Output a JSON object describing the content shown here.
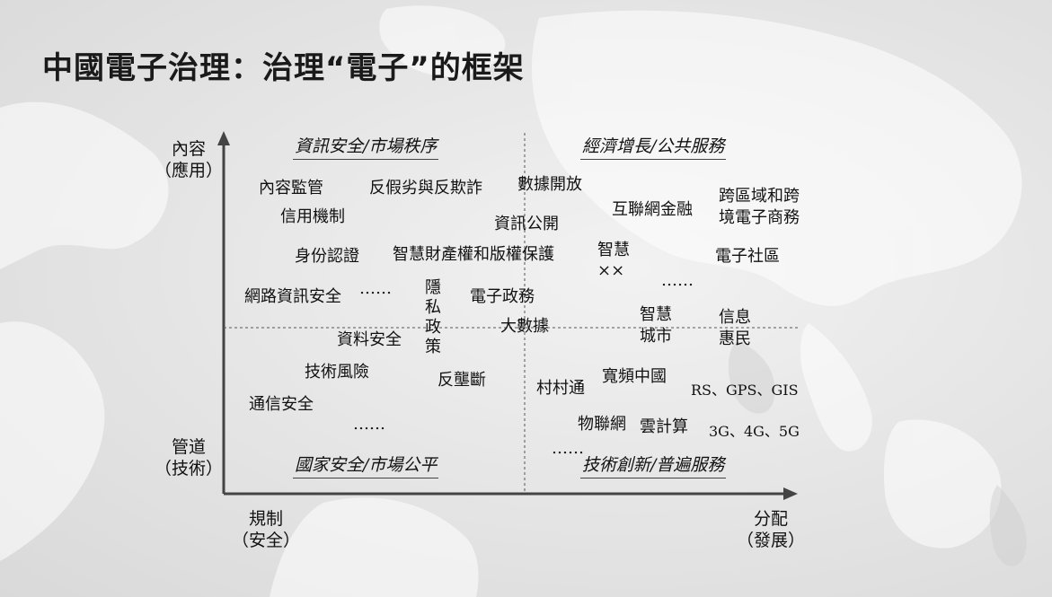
{
  "title": "中國電子治理：治理“電子”的框架",
  "axes": {
    "y_top_line1": "內容",
    "y_top_line2": "（應用）",
    "y_bottom_line1": "管道",
    "y_bottom_line2": "（技術）",
    "x_left_line1": "規制",
    "x_left_line2": "（安全）",
    "x_right_line1": "分配",
    "x_right_line2": "（發展）"
  },
  "quadrants": {
    "top_left": "資訊安全/市場秩序",
    "top_right": "經濟增長/公共服務",
    "bottom_left": "國家安全/市場公平",
    "bottom_right": "技術創新/普遍服務"
  },
  "items": {
    "content_monitoring": "內容監管",
    "anti_fake": "反假劣與反欺詐",
    "open_data": "數據開放",
    "credit_mechanism": "信用機制",
    "info_disclosure": "資訊公開",
    "internet_finance": "互聯網金融",
    "cross_border_1": "跨區域和跨",
    "cross_border_2": "境電子商務",
    "identity_auth": "身份認證",
    "ip_protection": "智慧財產權和版權保護",
    "smart_xx_1": "智慧",
    "smart_xx_2": "××",
    "e_community": "電子社區",
    "ellipsis_tr": "……",
    "network_security": "網路資訊安全",
    "ellipsis_tl": "……",
    "privacy_chars": [
      "隱",
      "私",
      "政",
      "策"
    ],
    "e_government": "電子政務",
    "big_data": "大數據",
    "smart_city_1": "智慧",
    "smart_city_2": "城市",
    "info_benefit_1": "信息",
    "info_benefit_2": "惠民",
    "data_security": "資料安全",
    "tech_risk": "技術風險",
    "anti_monopoly": "反壟斷",
    "village_access": "村村通",
    "broadband_china": "寬頻中國",
    "rs_gps_gis": "RS、GPS、GIS",
    "comm_security": "通信安全",
    "ellipsis_bl": "……",
    "iot": "物聯網",
    "cloud_computing": "雲計算",
    "mobile_gen": "3G、4G、5G",
    "ellipsis_br": "……"
  }
}
